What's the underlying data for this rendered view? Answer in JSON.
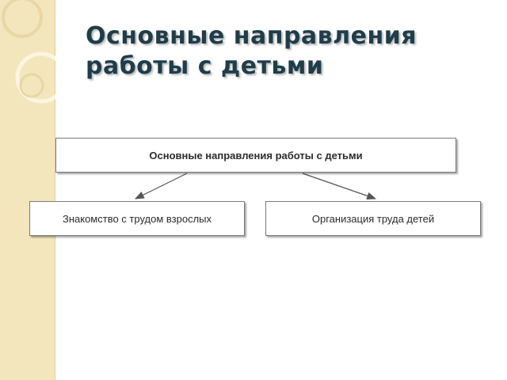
{
  "slide": {
    "title": "Основные направления работы с детьми"
  },
  "diagram": {
    "root_label": "Основные направления работы с детьми",
    "children": [
      "Знакомство с трудом взрослых",
      "Организация труда детей"
    ]
  },
  "colors": {
    "title": "#1f3d4a",
    "side_strip": "#f3e6bd",
    "box_border": "#7b7b7b",
    "arrow": "#555555"
  }
}
